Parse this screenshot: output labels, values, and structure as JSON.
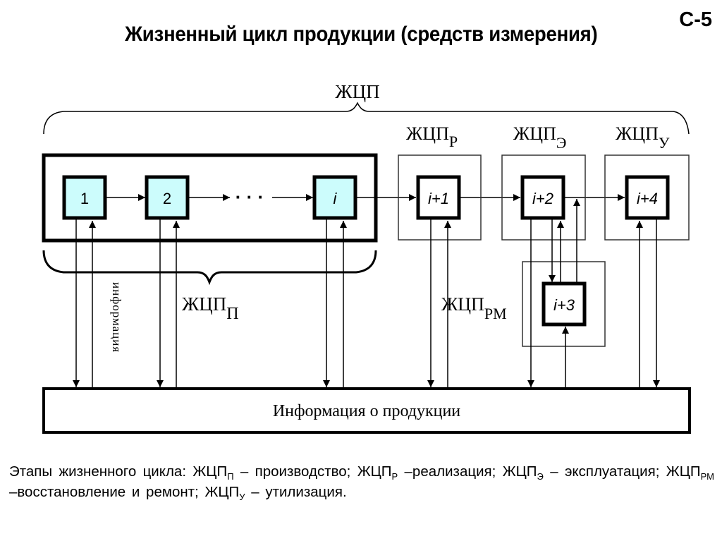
{
  "slide": {
    "code": "С-5",
    "title": "Жизненный цикл продукции (средств измерения)"
  },
  "diagram": {
    "top_brace_label": "ЖЦП",
    "production_label": {
      "base": "ЖЦП",
      "sub": "П"
    },
    "stage_groups": [
      {
        "id": "realization",
        "base": "ЖЦП",
        "sub": "Р",
        "block": "i+1"
      },
      {
        "id": "exploitation",
        "base": "ЖЦП",
        "sub": "Э",
        "block": "i+2"
      },
      {
        "id": "utilization",
        "base": "ЖЦП",
        "sub": "У",
        "block": "i+4"
      },
      {
        "id": "repair",
        "base": "ЖЦП",
        "sub": "РМ",
        "block": "i+3"
      }
    ],
    "production_blocks": [
      "1",
      "2",
      "i"
    ],
    "ellipsis": "· · ·",
    "vertical_label": "информация",
    "info_box_label": "Информация о продукции",
    "colors": {
      "production_block_fill": "#ccfcfc",
      "line": "#000000",
      "thin_box_stroke": "#333333"
    }
  },
  "caption": {
    "intro": "Этапы жизненного цикла:",
    "items": [
      {
        "base": "ЖЦП",
        "sub": "П",
        "text": "– производство;"
      },
      {
        "base": "ЖЦП",
        "sub": "Р",
        "text": "–реализация;"
      },
      {
        "base": "ЖЦП",
        "sub": "Э",
        "text": "– эксплуатация;"
      },
      {
        "base": "ЖЦП",
        "sub": "РМ",
        "text": "–восстановление и ремонт;"
      },
      {
        "base": "ЖЦП",
        "sub": "У",
        "text": "– утилизация."
      }
    ]
  }
}
